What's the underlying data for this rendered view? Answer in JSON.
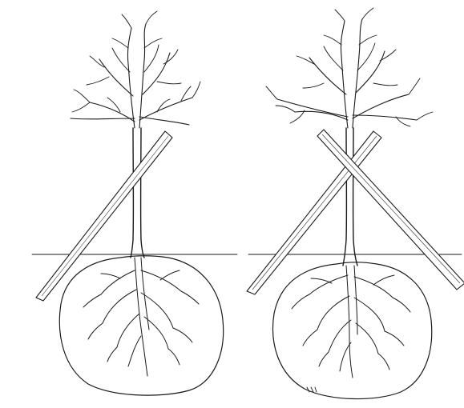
{
  "illustration": {
    "panels": [
      {
        "name": "single-stake-tree",
        "stakes": 1
      },
      {
        "name": "double-stake-tree",
        "stakes": 2
      }
    ],
    "ink_color": "#1a1a1a",
    "background": "#ffffff"
  }
}
